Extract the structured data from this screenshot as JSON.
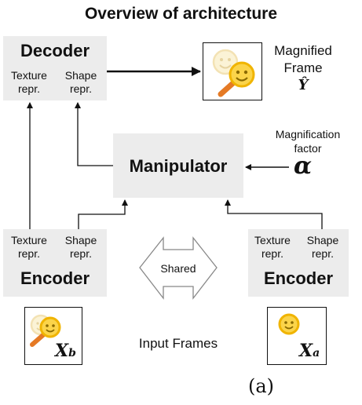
{
  "title": "Overview of architecture",
  "decoder": {
    "title": "Decoder",
    "texture": [
      "Texture",
      "repr."
    ],
    "shape": [
      "Shape",
      "repr."
    ]
  },
  "manipulator": {
    "title": "Manipulator"
  },
  "encoder_left": {
    "title": "Encoder",
    "texture": [
      "Texture",
      "repr."
    ],
    "shape": [
      "Shape",
      "repr."
    ]
  },
  "encoder_right": {
    "title": "Encoder",
    "texture": [
      "Texture",
      "repr."
    ],
    "shape": [
      "Shape",
      "repr."
    ]
  },
  "shared_label": "Shared",
  "magnified_frame": {
    "line1": "Magnified",
    "line2": "Frame",
    "symbol": "Ŷ"
  },
  "magnification_factor": {
    "line1": "Magnification",
    "line2": "factor",
    "symbol": "α"
  },
  "input_frames_label": "Input Frames",
  "frame_b": {
    "symbol": "X",
    "subscript": "b"
  },
  "frame_a": {
    "symbol": "X",
    "subscript": "a"
  },
  "caption": "(a)",
  "colors": {
    "box": "#ececec",
    "smiley": "#f5c400",
    "smiley_faded": "#f7e6a6",
    "arrow_orange": "#e57a25"
  },
  "icons": [
    "smiley-face-icon",
    "magnifying-glass-icon"
  ]
}
